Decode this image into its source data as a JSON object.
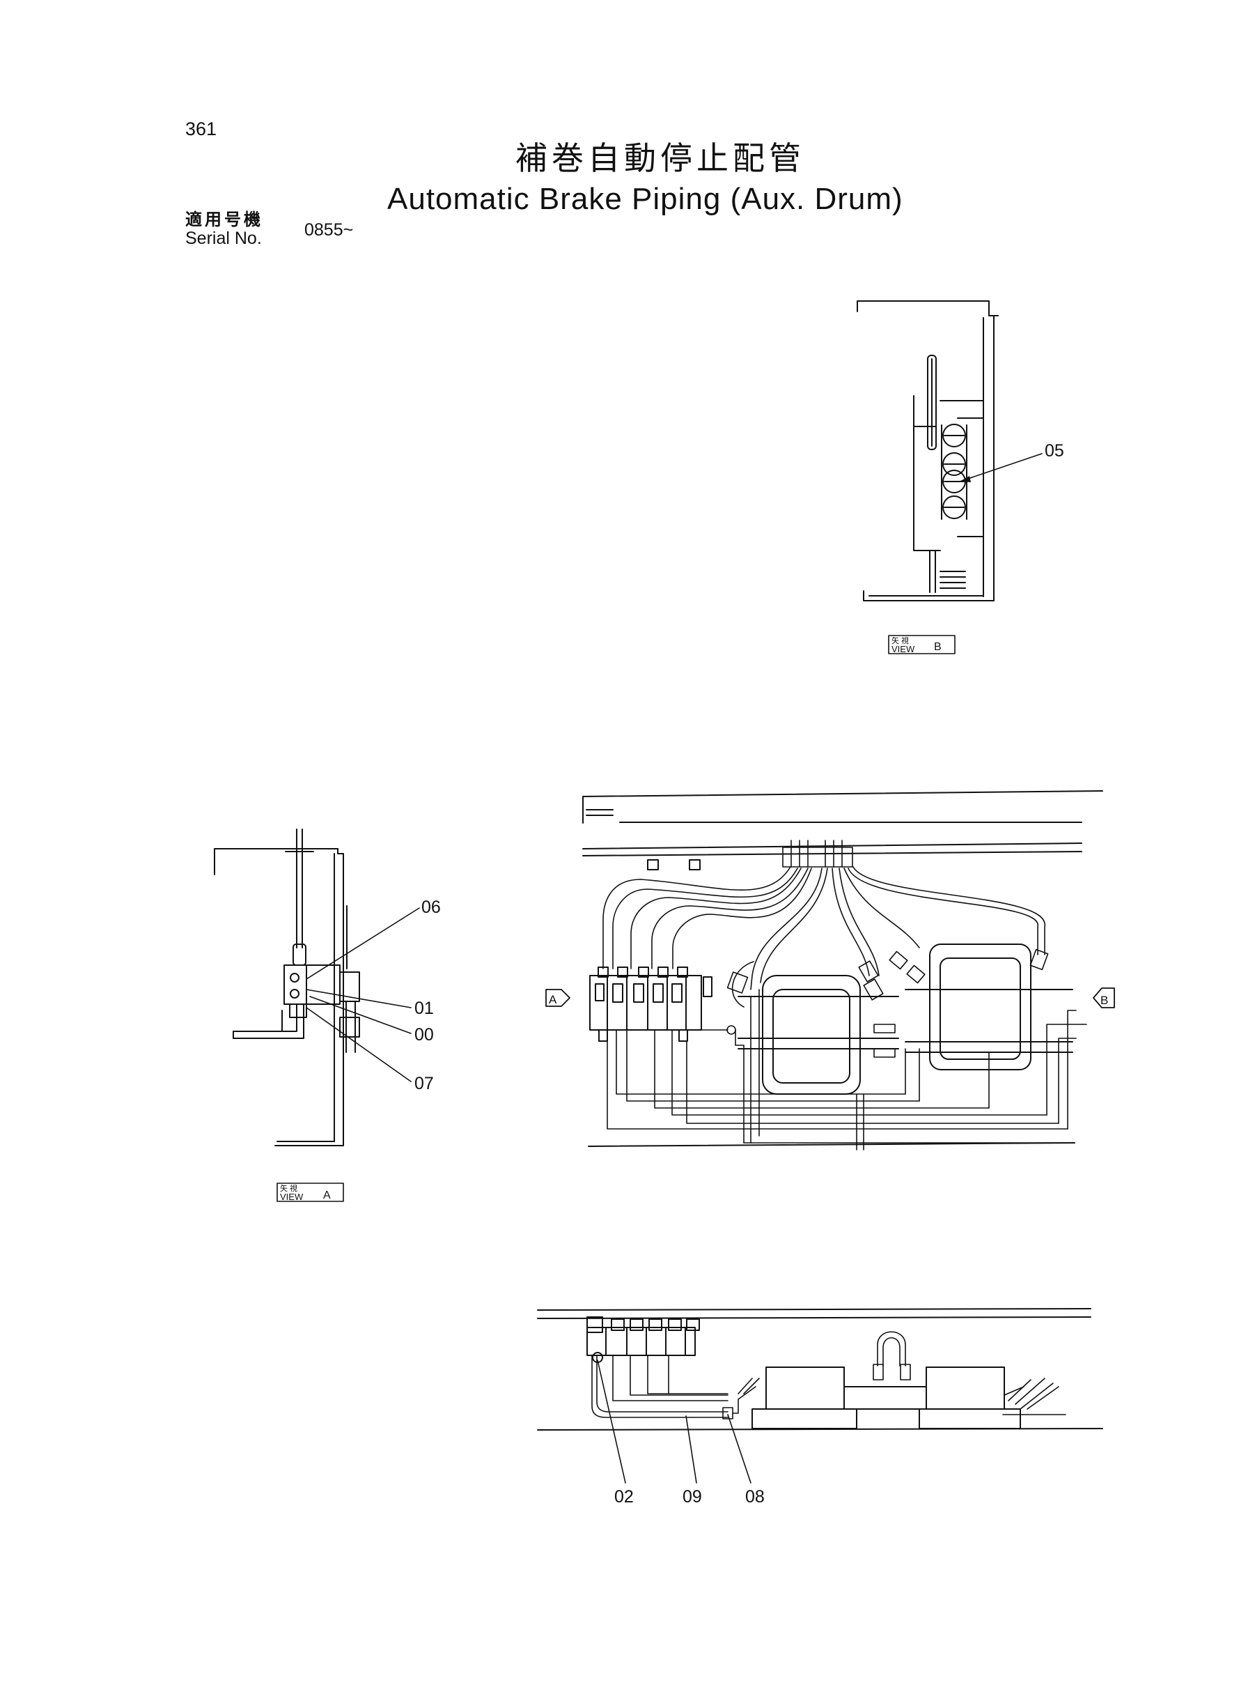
{
  "page": {
    "number": "361",
    "title_jp": "補巻自動停止配管",
    "title_en": "Automatic Brake Piping (Aux. Drum)",
    "serial_label_jp": "適用号機",
    "serial_label_en": "Serial No.",
    "serial_value": "0855~"
  },
  "views": {
    "view_a": {
      "label_jp": "矢 視",
      "label_en": "VIEW",
      "letter": "A"
    },
    "view_b": {
      "label_jp": "矢 視",
      "label_en": "VIEW",
      "letter": "B"
    },
    "arrow_a": "A",
    "arrow_b": "B"
  },
  "callouts": {
    "c05": "05",
    "c06": "06",
    "c01": "01",
    "c00": "00",
    "c07": "07",
    "c02": "02",
    "c09": "09",
    "c08": "08"
  }
}
